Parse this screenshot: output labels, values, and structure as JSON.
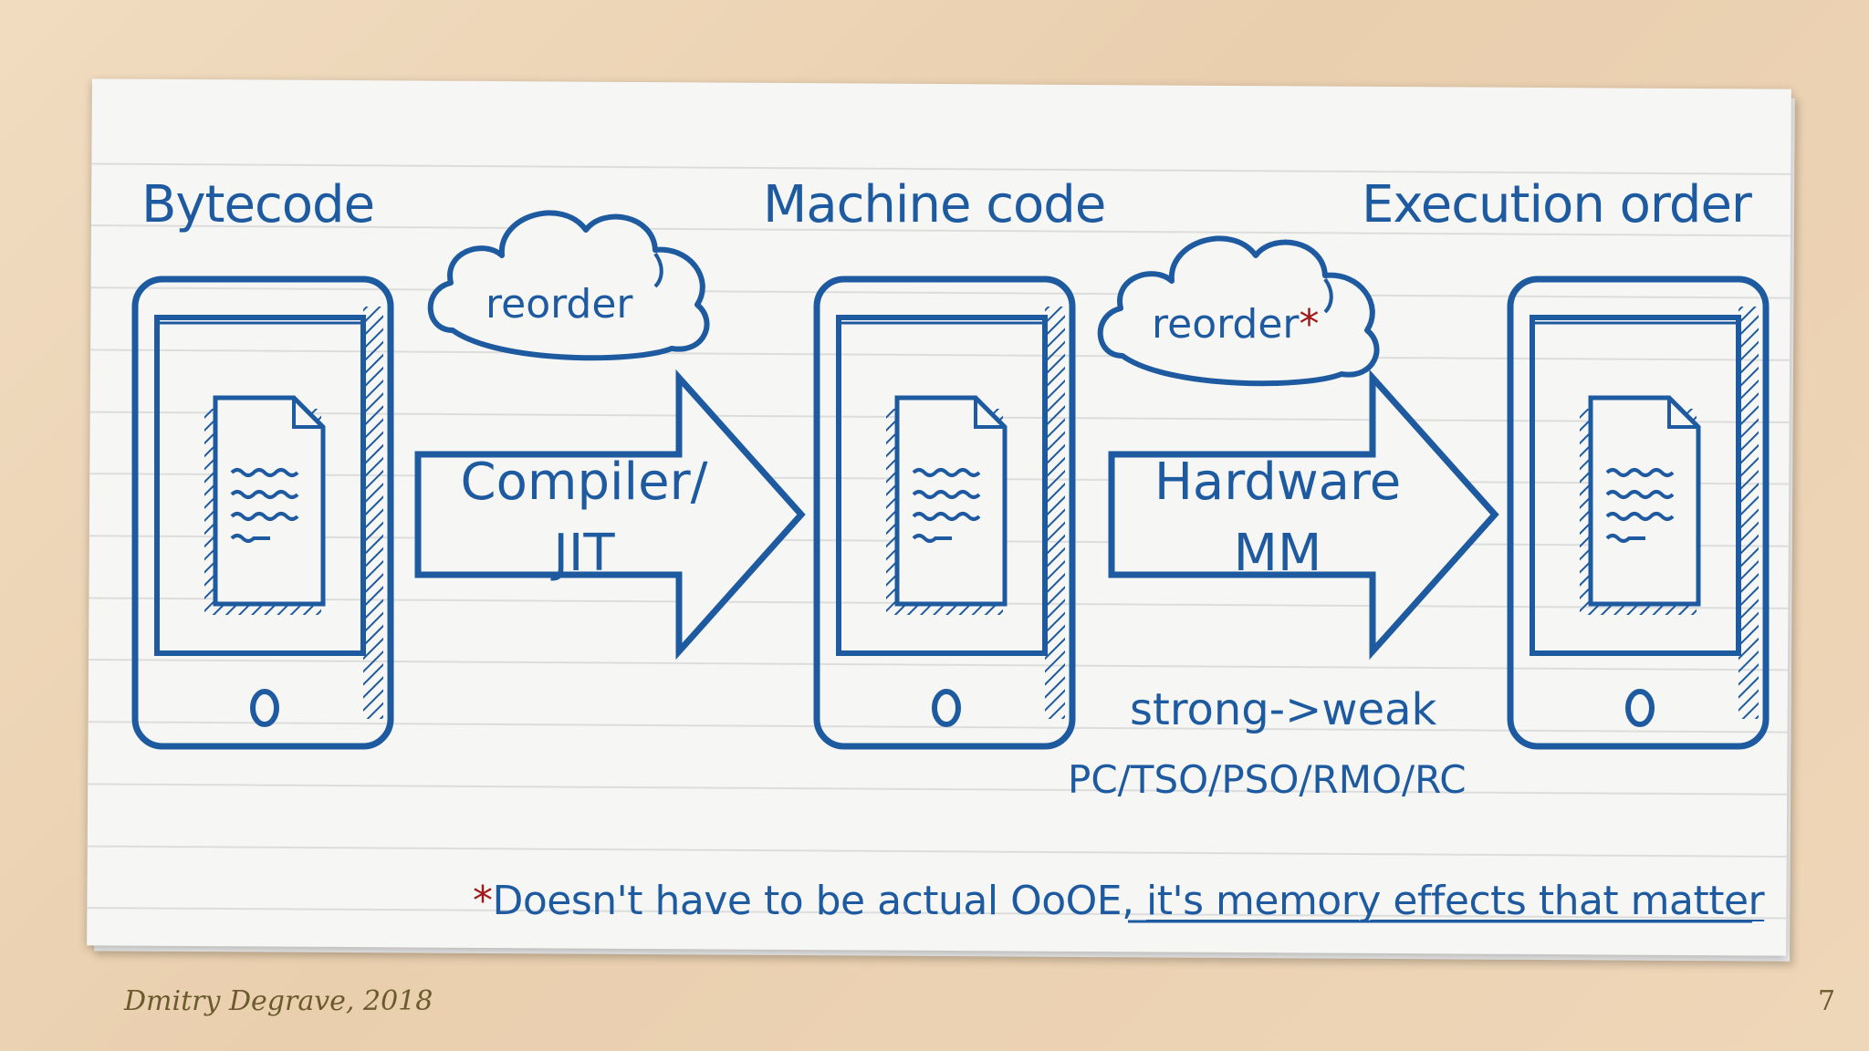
{
  "headings": {
    "bytecode": "Bytecode",
    "machine_code": "Machine code",
    "execution_order": "Execution order"
  },
  "clouds": {
    "first": "reorder",
    "second": "reorder",
    "second_marker": "*"
  },
  "arrows": {
    "first_line1": "Compiler/",
    "first_line2": "JIT",
    "second_line1": "Hardware",
    "second_line2": "MM"
  },
  "notes": {
    "strong_weak": "strong->weak",
    "models": "PC/TSO/PSO/RMO/RC"
  },
  "footnote": {
    "marker": "*",
    "text": "Doesn't have to be actual OoOE, ",
    "underlined": "it's memory effects that matter"
  },
  "footer": {
    "author": "Dmitry Degrave, 2018",
    "page_number": "7"
  },
  "colors": {
    "ink": "#1e5aa0",
    "accent": "#a01a1a",
    "paper": "#f6f6f4",
    "background": "#ecd4b6"
  }
}
